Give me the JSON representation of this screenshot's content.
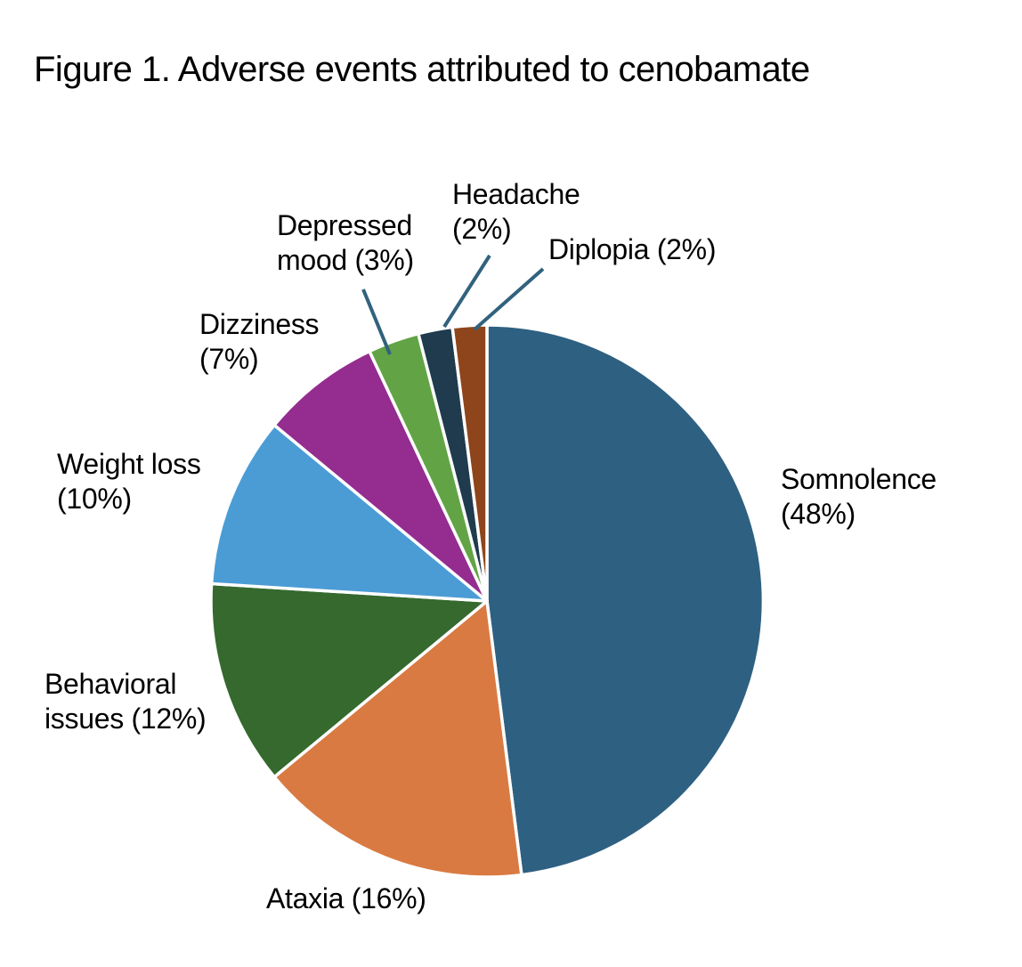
{
  "figure": {
    "title": "Figure 1. Adverse events attributed to cenobamate"
  },
  "chart_data": {
    "type": "pie",
    "title": "Figure 1. Adverse events attributed to cenobamate",
    "unit": "%",
    "start_angle_deg": 0,
    "direction": "clockwise",
    "legend_position": "none",
    "labels_style": "outside with leader lines for small slices",
    "categories": [
      "Somnolence",
      "Ataxia",
      "Behavioral issues",
      "Weight loss",
      "Dizziness",
      "Depressed mood",
      "Headache",
      "Diplopia"
    ],
    "values": [
      48,
      16,
      12,
      10,
      7,
      3,
      2,
      2
    ],
    "leader_line_color": "#31627E",
    "slice_gap_color": "#FFFFFF",
    "slices": [
      {
        "name": "Somnolence",
        "value": 48,
        "color": "#2E6081",
        "label_lines": [
          "Somnolence",
          "(48%)"
        ]
      },
      {
        "name": "Ataxia",
        "value": 16,
        "color": "#D97A42",
        "label_lines": [
          "Ataxia (16%)"
        ]
      },
      {
        "name": "Behavioral issues",
        "value": 12,
        "color": "#35692E",
        "label_lines": [
          "Behavioral",
          "issues (12%)"
        ]
      },
      {
        "name": "Weight loss",
        "value": 10,
        "color": "#4B9CD5",
        "label_lines": [
          "Weight loss",
          "(10%)"
        ]
      },
      {
        "name": "Dizziness",
        "value": 7,
        "color": "#942D8F",
        "label_lines": [
          "Dizziness",
          "(7%)"
        ]
      },
      {
        "name": "Depressed mood",
        "value": 3,
        "color": "#62A445",
        "label_lines": [
          "Depressed",
          "mood (3%)"
        ]
      },
      {
        "name": "Headache",
        "value": 2,
        "color": "#1F3B4D",
        "label_lines": [
          "Headache",
          "(2%)"
        ]
      },
      {
        "name": "Diplopia",
        "value": 2,
        "color": "#8E451C",
        "label_lines": [
          "Diplopia (2%)"
        ]
      }
    ]
  }
}
